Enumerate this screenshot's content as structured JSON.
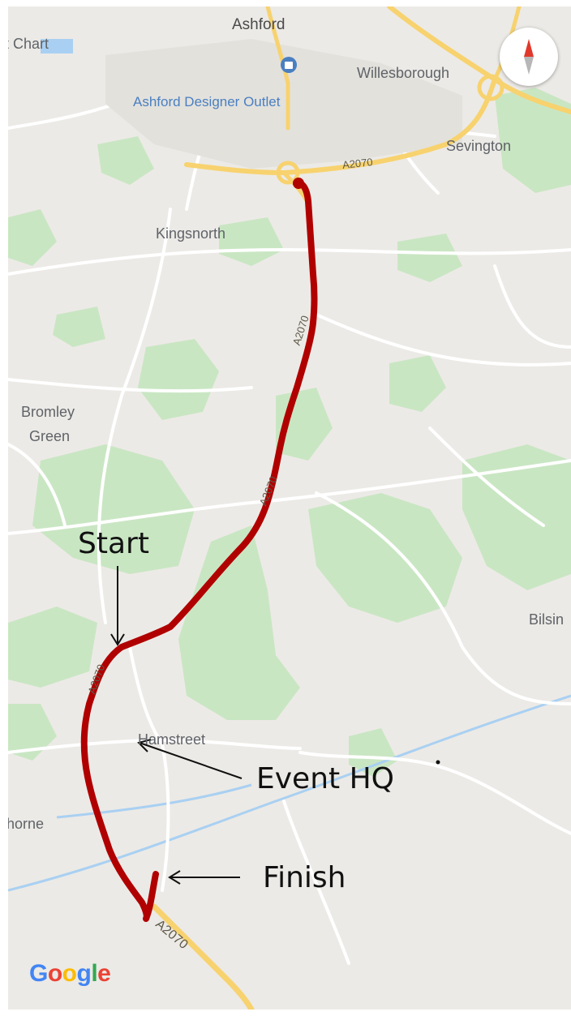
{
  "places": {
    "ashford": "Ashford",
    "chart": "t Chart",
    "willesborough": "Willesborough",
    "outlet": "Ashford Designer Outlet",
    "sevington": "Sevington",
    "kingsnorth": "Kingsnorth",
    "bromley_line1": "Bromley",
    "bromley_line2": "Green",
    "hamstreet": "Hamstreet",
    "horne": "horne",
    "bilsington": "Bilsin"
  },
  "roads": {
    "a2070_top": "A2070",
    "a2070_mid1": "A2070",
    "a2070_mid2": "A2070",
    "a2070_left": "A2070",
    "a2070_bottom": "A2070"
  },
  "annotations": {
    "start": "Start",
    "event_hq": "Event HQ",
    "finish": "Finish"
  },
  "map_ui": {
    "compass": "compass-icon",
    "logo_letters": [
      "G",
      "o",
      "o",
      "g",
      "l",
      "e"
    ],
    "logo_colors": [
      "#4285F4",
      "#EA4335",
      "#FBBC05",
      "#4285F4",
      "#34A853",
      "#EA4335"
    ]
  },
  "colors": {
    "route": "#b00000",
    "land": "#eceae6",
    "woodland": "#c9e6c3",
    "major_road": "#f7d26e",
    "minor_road": "#ffffff",
    "water": "#a9d0f2"
  }
}
